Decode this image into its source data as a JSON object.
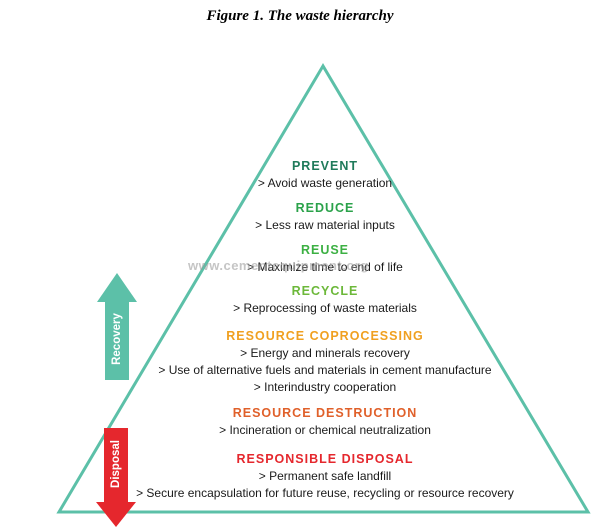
{
  "figure_title": "Figure 1. The waste hierarchy",
  "watermark": "www.cementequipment.org",
  "arrows": {
    "recovery": {
      "label": "Recovery",
      "color": "#5cc0a8"
    },
    "disposal": {
      "label": "Disposal",
      "color": "#e5272d"
    }
  },
  "tiers": [
    {
      "title": "PREVENT",
      "color": "#1f7a5a",
      "lines": [
        "> Avoid waste generation"
      ]
    },
    {
      "title": "REDUCE",
      "color": "#2aa24a",
      "lines": [
        "> Less raw material inputs"
      ]
    },
    {
      "title": "REUSE",
      "color": "#3cb043",
      "lines": [
        "> Maximize time to end of life"
      ]
    },
    {
      "title": "RECYCLE",
      "color": "#6cb83a",
      "lines": [
        "> Reprocessing of waste materials"
      ]
    },
    {
      "title": "RESOURCE COPROCESSING",
      "color": "#f0a020",
      "lines": [
        "> Energy and minerals recovery",
        "> Use of alternative fuels and materials in cement manufacture",
        "> Interindustry cooperation"
      ]
    },
    {
      "title": "RESOURCE DESTRUCTION",
      "color": "#e0602a",
      "lines": [
        "> Incineration or chemical neutralization"
      ]
    },
    {
      "title": "RESPONSIBLE DISPOSAL",
      "color": "#e5272d",
      "lines": [
        "> Permanent safe landfill",
        "> Secure encapsulation for future reuse, recycling or resource recovery"
      ]
    }
  ],
  "colors": {
    "pyramid_outline": "#5cc0a8"
  }
}
